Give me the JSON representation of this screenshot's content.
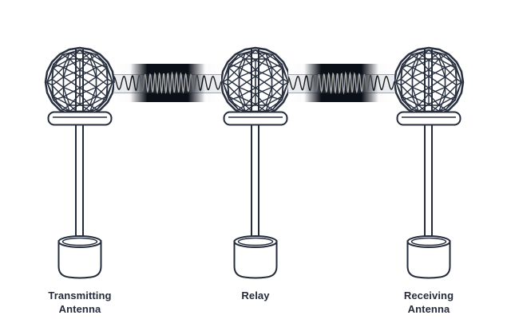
{
  "colors": {
    "ink": "#242c3b",
    "background": "#ffffff",
    "beam_dark": "#0b0f17",
    "wave": "#c9ced6"
  },
  "antennas": [
    {
      "name": "transmitting-antenna",
      "label_line1": "Transmitting",
      "label_line2": "Antenna"
    },
    {
      "name": "relay-antenna",
      "label_line1": "Relay",
      "label_line2": ""
    },
    {
      "name": "receiving-antenna",
      "label_line1": "Receiving",
      "label_line2": "Antenna"
    }
  ],
  "beams": [
    {
      "name": "signal-beam-left"
    },
    {
      "name": "signal-beam-right"
    }
  ],
  "icons": {
    "sphere": "geodesic-sphere-icon",
    "wave": "radio-wave-icon"
  }
}
